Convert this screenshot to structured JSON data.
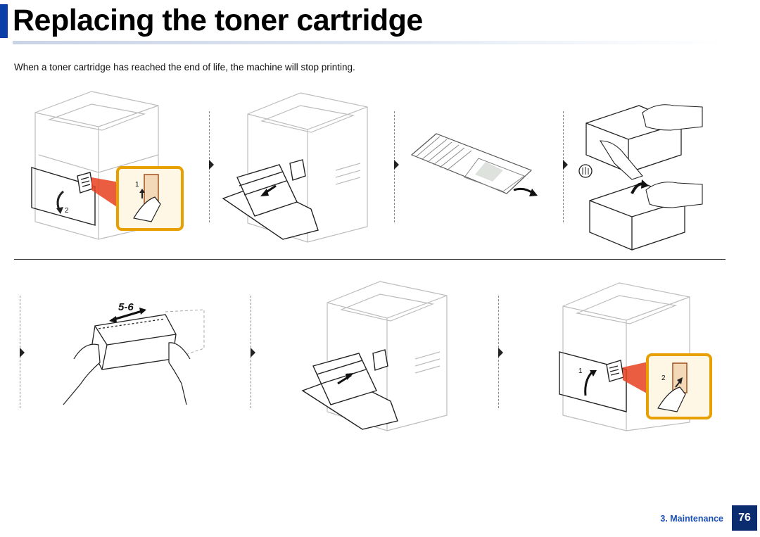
{
  "header": {
    "title": "Replacing the toner cartridge"
  },
  "intro": {
    "text": "When a toner cartridge has reached the end of life, the machine will stop printing."
  },
  "figures": {
    "open_front": {
      "step1": "1",
      "step2": "2"
    },
    "shake": {
      "label": "5-6"
    },
    "close_front": {
      "step1": "1",
      "step2": "2"
    }
  },
  "footer": {
    "section": "3.  Maintenance",
    "page": "76"
  },
  "colors": {
    "accent": "#0b3fa8",
    "page_badge": "#0b2c6e",
    "callout": "#e8a000",
    "callout_fill": "#f3d9b8"
  }
}
